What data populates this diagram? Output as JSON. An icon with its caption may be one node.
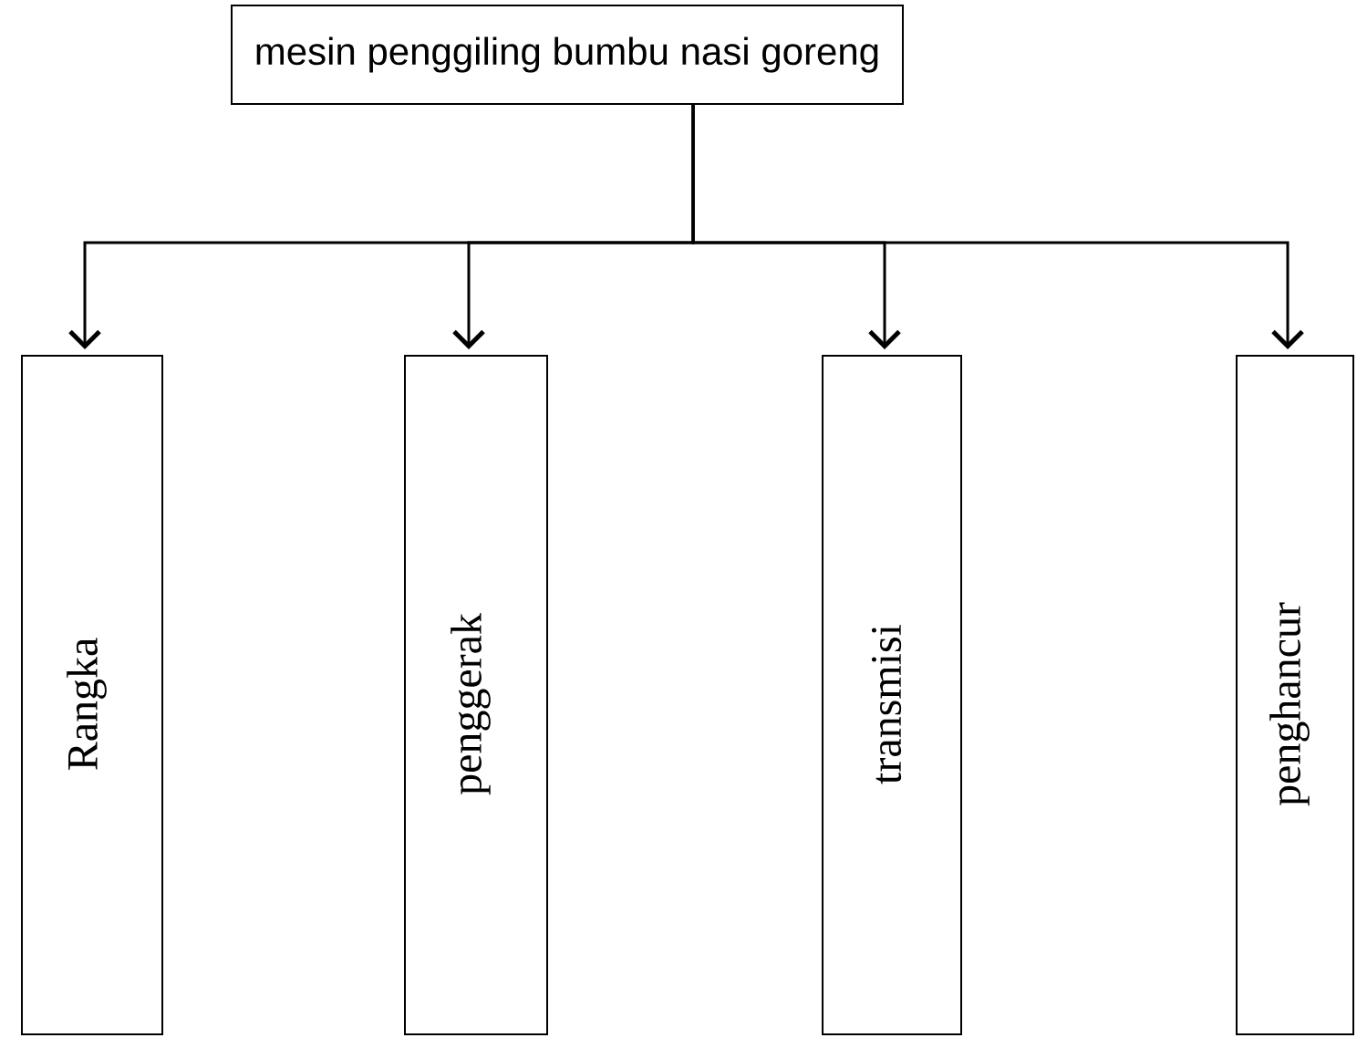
{
  "diagram": {
    "nodes": [
      {
        "text": [
          "mesin penggiling bumbu nasi goreng"
        ]
      },
      {
        "text": [
          "Rangka"
        ]
      },
      {
        "text": [
          "penggerak"
        ]
      },
      {
        "text": [
          "transmisi"
        ]
      },
      {
        "text": [
          "penghancur"
        ]
      }
    ],
    "edges": [
      {
        "from": 0,
        "to": 1,
        "arrow": "to"
      },
      {
        "from": 0,
        "to": 2,
        "arrow": "to"
      },
      {
        "from": 0,
        "to": 3,
        "arrow": "to"
      },
      {
        "from": 0,
        "to": 4,
        "arrow": "to"
      }
    ]
  }
}
